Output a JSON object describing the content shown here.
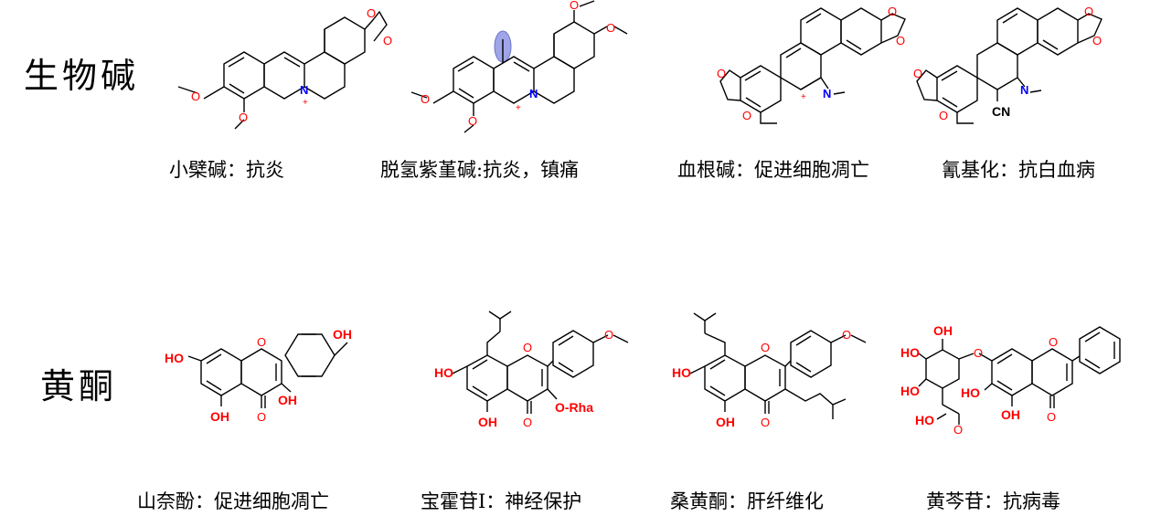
{
  "categories": {
    "alkaloids": "生物碱",
    "flavones": "黄酮"
  },
  "alkaloids": [
    {
      "caption": "小檗碱：抗炎"
    },
    {
      "caption": "脱氢紫堇碱:抗炎，镇痛"
    },
    {
      "caption": "血根碱：促进细胞凋亡"
    },
    {
      "caption": "氰基化：抗白血病"
    }
  ],
  "flavones": [
    {
      "caption": "山奈酚：促进细胞凋亡"
    },
    {
      "caption": "宝霍苷I：神经保护"
    },
    {
      "caption": "桑黄酮：肝纤维化"
    },
    {
      "caption": "黄芩苷：抗病毒"
    }
  ],
  "atom_labels": {
    "oxygen": "O",
    "nitrogen": "N",
    "plus": "+",
    "cyano": "CN",
    "hydroxyl": "OH",
    "hydroxyl_left": "HO",
    "carboxyl_left": "HO",
    "o_rha": "O-Rha"
  },
  "colors": {
    "oxygen": "#ff0000",
    "nitrogen": "#0000ff",
    "bond": "#000000",
    "highlight": "#9fa6e8"
  }
}
